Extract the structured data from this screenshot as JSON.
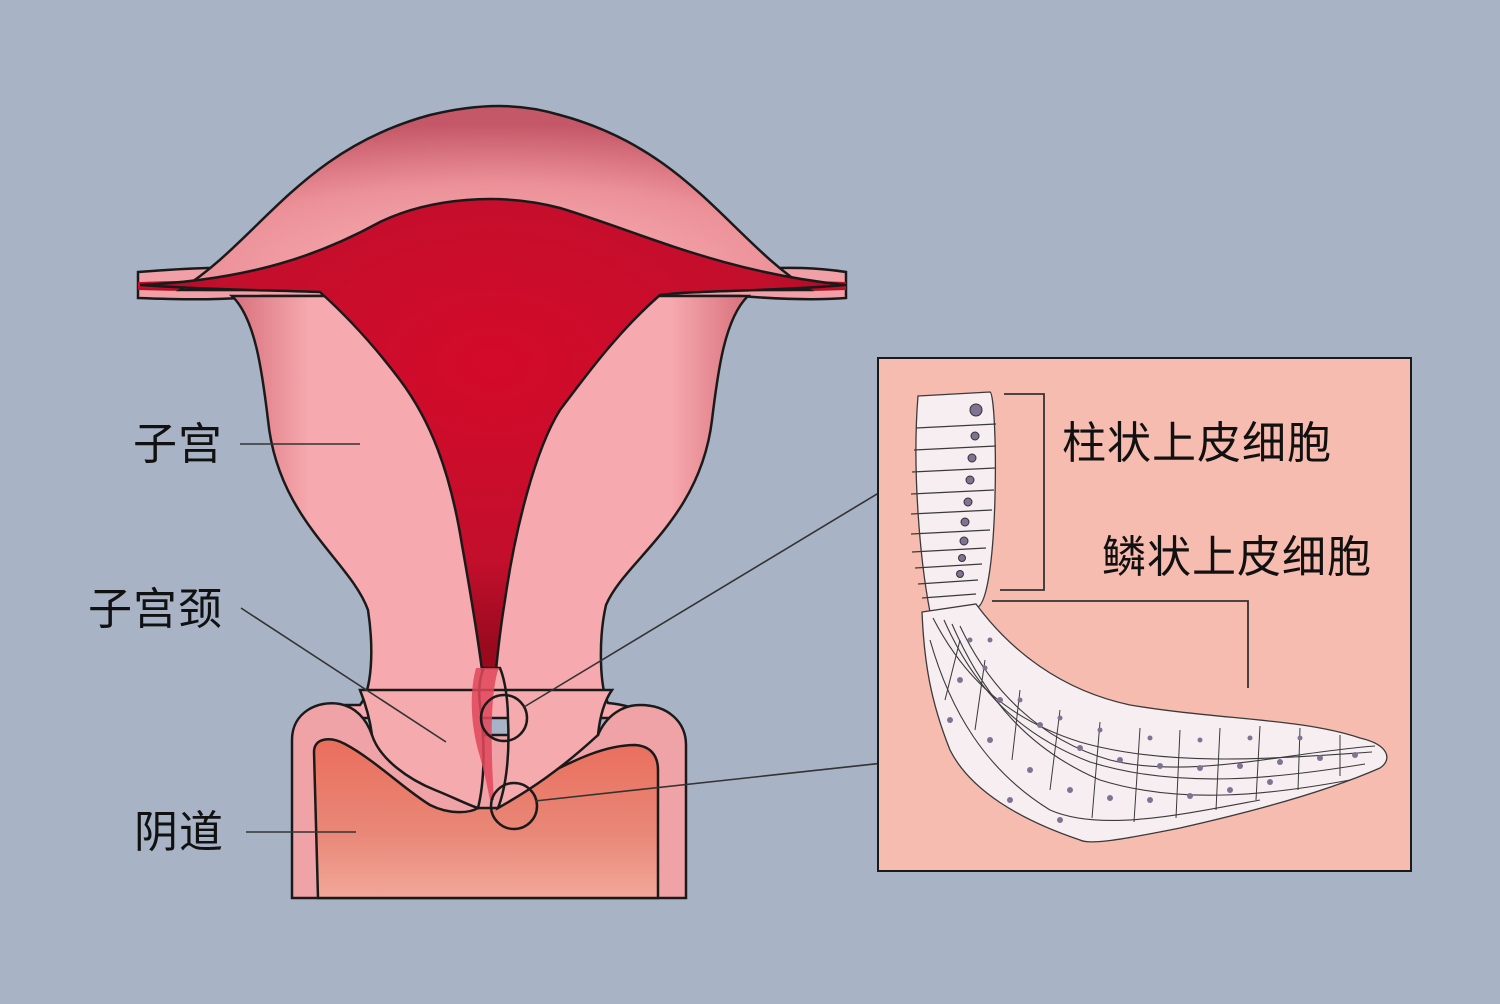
{
  "labels": {
    "uterus": "子宫",
    "cervix": "子宫颈",
    "vagina": "阴道",
    "columnar_epithelium": "柱状上皮细胞",
    "squamous_epithelium": "鳞状上皮细胞"
  },
  "colors": {
    "background": "#a8b4c6",
    "tissue_pink": "#f4a8ae",
    "cavity_red": "#c8102e",
    "vaginal_canal": "#e36c5e",
    "inset_background": "#f7bcb0",
    "cell_fill": "#f6eef1",
    "nucleus": "#7f7393"
  }
}
